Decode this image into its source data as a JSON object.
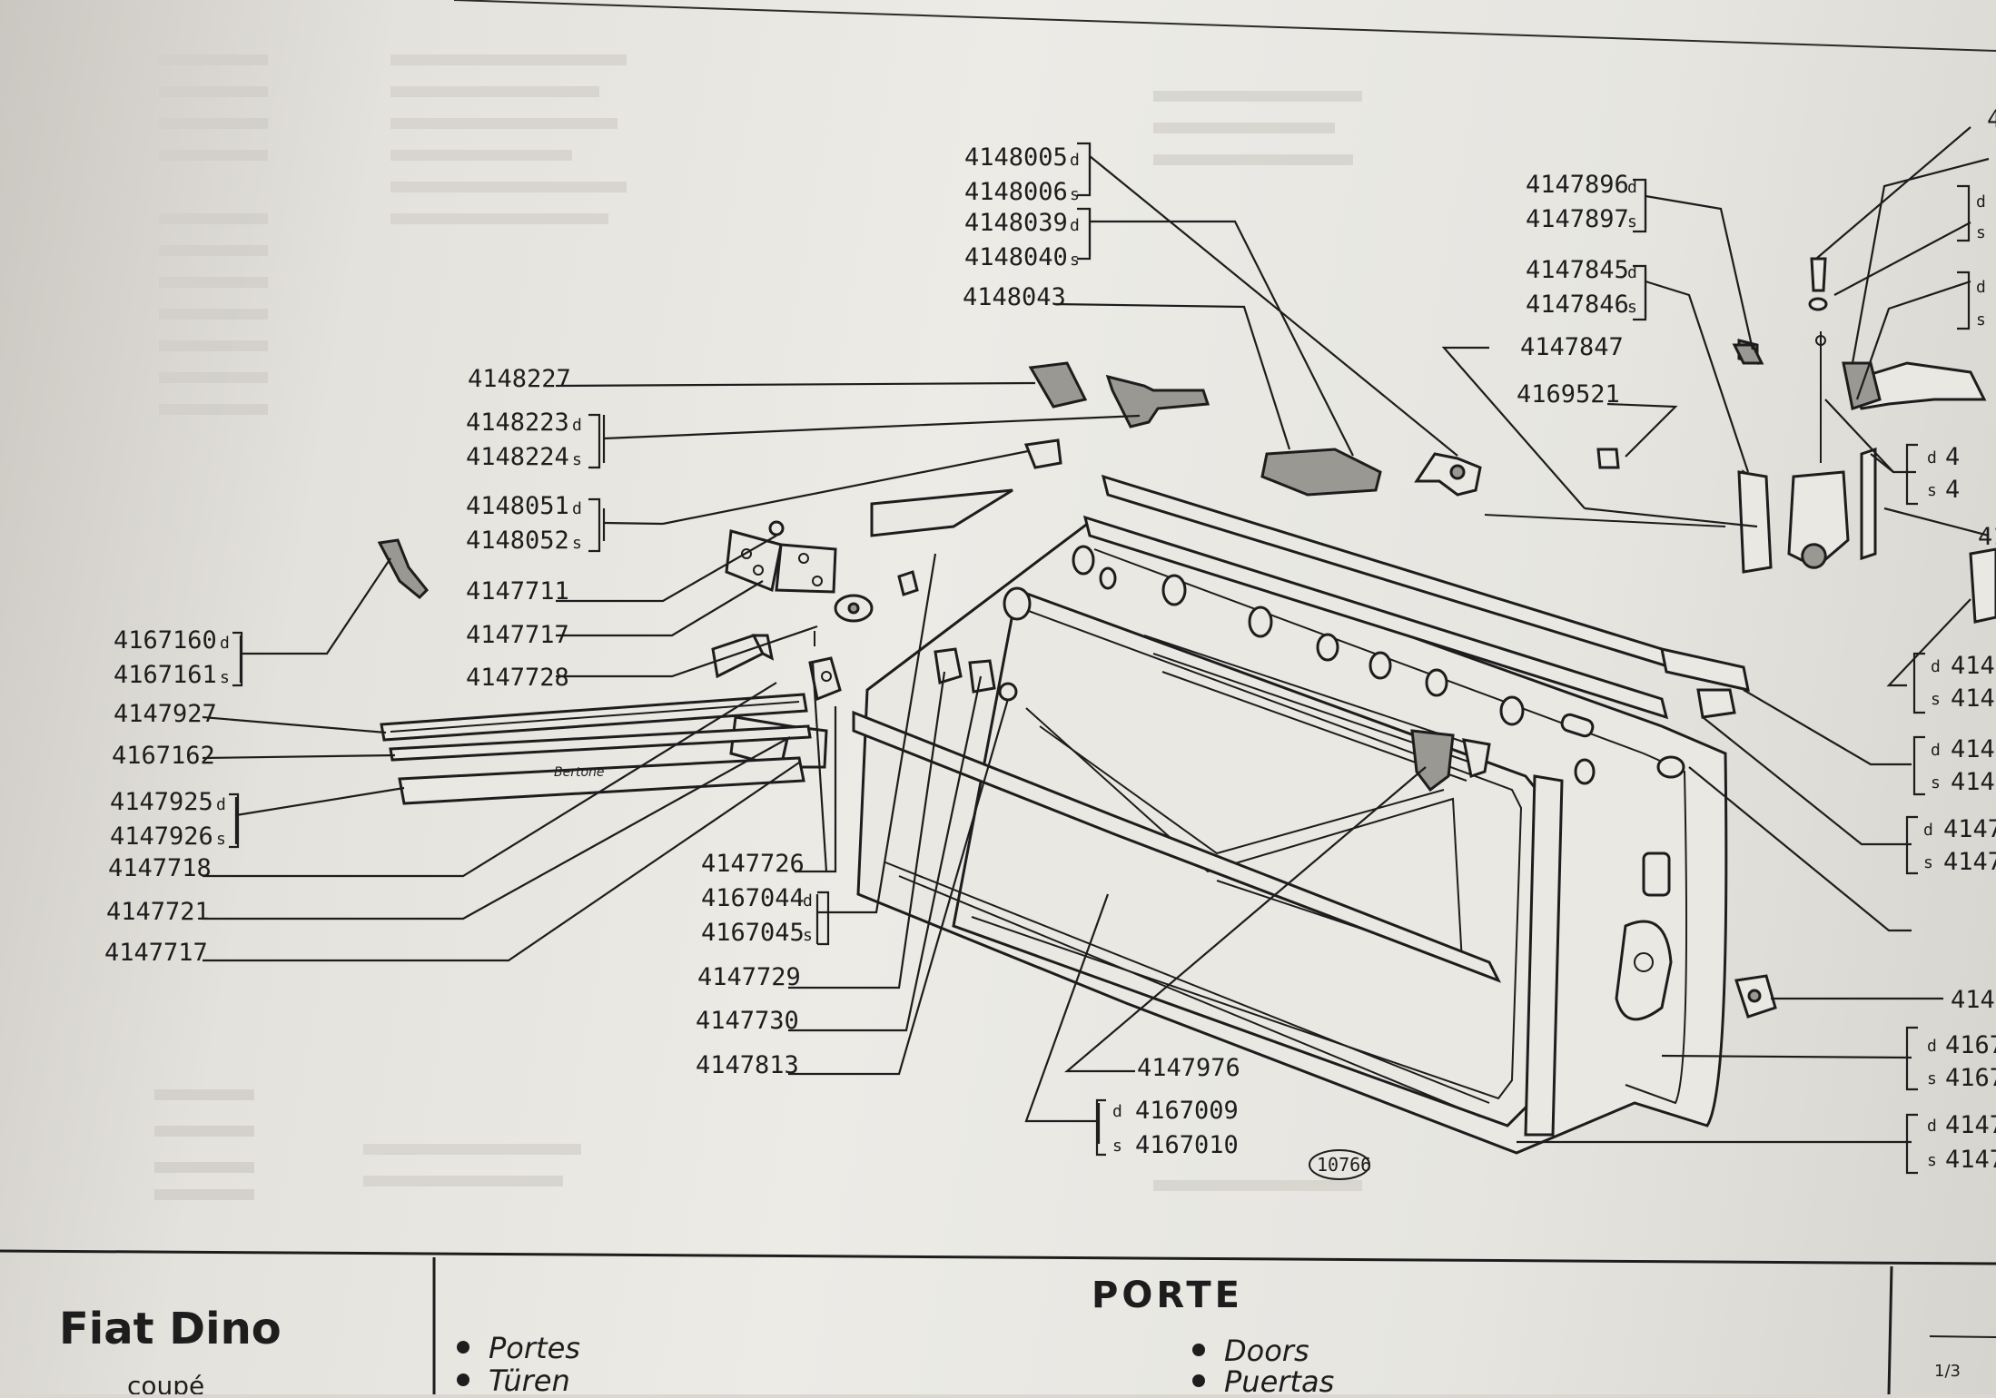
{
  "footer": {
    "brand": "Fiat Dino",
    "subtitle": "coupé",
    "title": "PORTE",
    "translations": [
      "Portes",
      "Türen",
      "Doors",
      "Puertas"
    ],
    "page": "1/3"
  },
  "figure_number": "10766",
  "callouts": {
    "left": {
      "n4148227": "4148227",
      "n4148223": "4148223",
      "n4148224": "4148224",
      "n4148051": "4148051",
      "n4148052": "4148052",
      "n4147711": "4147711",
      "n4147717a": "4147717",
      "n4147728": "4147728",
      "n4167160": "4167160",
      "n4167161": "4167161",
      "n4147927": "4147927",
      "n4167162": "4167162",
      "n4147925": "4147925",
      "n4147926": "4147926",
      "n4147718": "4147718",
      "n4147721": "4147721",
      "n4147717b": "4147717"
    },
    "middle": {
      "n4147726": "4147726",
      "n4167044": "4167044",
      "n4167045": "4167045",
      "n4147729": "4147729",
      "n4147730": "4147730",
      "n4147813": "4147813",
      "n4147976": "4147976",
      "n4167009": "4167009",
      "n4167010": "4167010"
    },
    "top": {
      "n4148005": "4148005",
      "n4148006": "4148006",
      "n4148039": "4148039",
      "n4148040": "4148040",
      "n4148043": "4148043",
      "n4147896": "4147896",
      "n4147897": "4147897",
      "n4147845": "4147845",
      "n4147846": "4147846",
      "n4147847": "4147847",
      "n4169521": "4169521"
    },
    "right_partial": {
      "r1": "4",
      "r2": "4",
      "r3": "4",
      "r4": "41",
      "r5": "414",
      "r6": "414",
      "r7": "414",
      "r8": "414",
      "r9": "4147",
      "r10": "4147",
      "r11": "4147",
      "r12": "4167",
      "r13": "4167",
      "r14": "4147",
      "r15": "4147"
    },
    "side_d": "d",
    "side_s": "s"
  },
  "bertone_badge": "Bertone"
}
